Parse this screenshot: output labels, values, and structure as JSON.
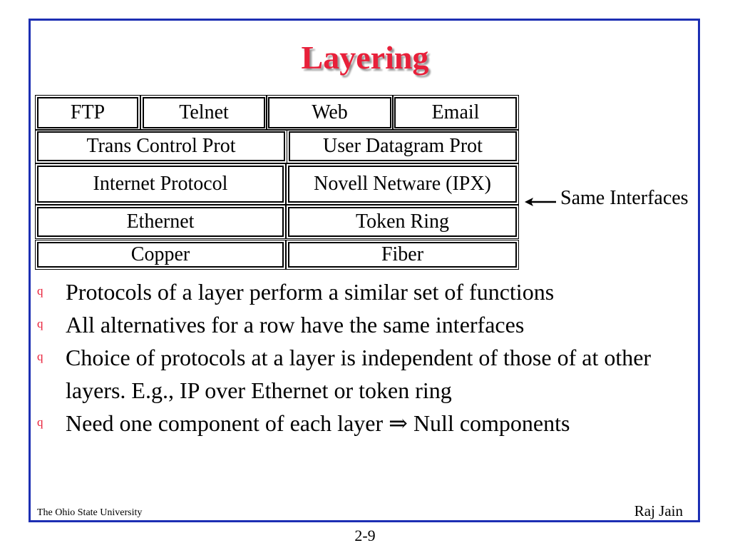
{
  "slide": {
    "title": "Layering"
  },
  "diagram": {
    "rows": {
      "applications": [
        "FTP",
        "Telnet",
        "Web",
        "Email"
      ],
      "transport": [
        "Trans Control Prot",
        "User Datagram Prot"
      ],
      "network": [
        "Internet Protocol",
        "Novell Netware (IPX)"
      ],
      "datalink": [
        "Ethernet",
        "Token Ring"
      ],
      "physical": [
        "Copper",
        "Fiber"
      ]
    },
    "side_label": "Same Interfaces"
  },
  "bullets": [
    "Protocols of a layer perform a similar set of functions",
    "All alternatives for a row have the same interfaces",
    "Choice of protocols at a layer is independent of those of at other layers. E.g., IP over Ethernet or token ring",
    "Need one component of each layer ⇒ Null components"
  ],
  "bullet_glyph": "q",
  "footer": {
    "left": "The Ohio State University",
    "right": "Raj Jain",
    "page": "2-9"
  },
  "colors": {
    "frame": "#1d2fb3",
    "title": "#e8203a",
    "bullet": "#e8203a"
  }
}
